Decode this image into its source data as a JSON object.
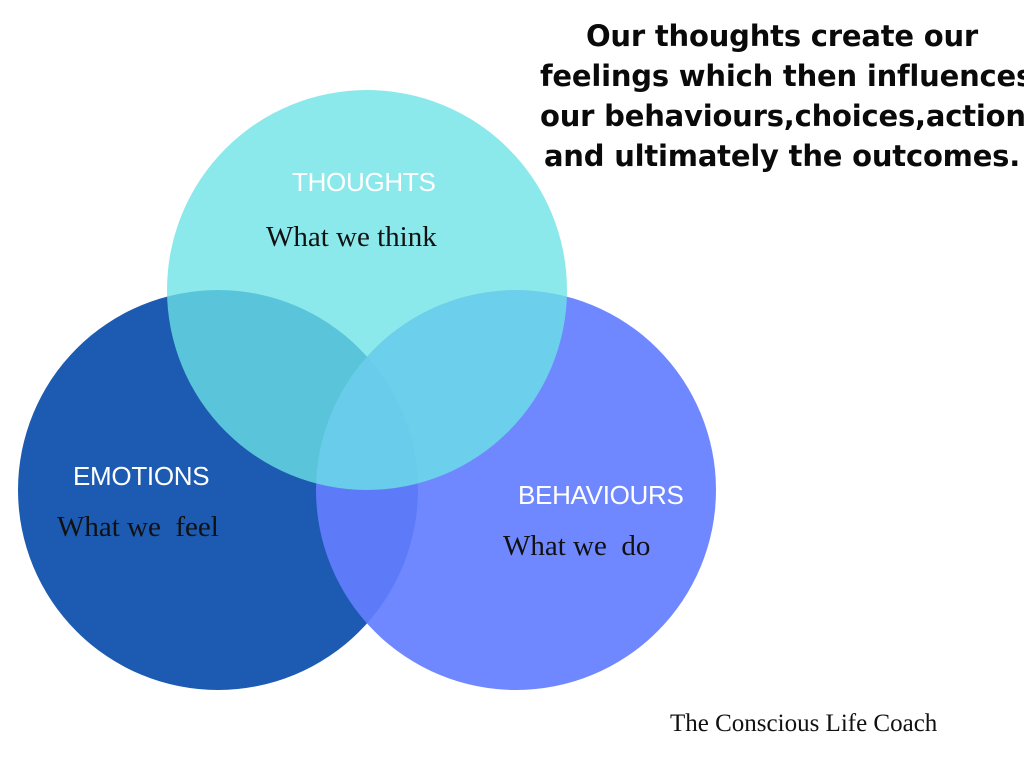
{
  "caption": {
    "lines": [
      "Our thoughts create our",
      "feelings which then influences",
      "our behaviours,choices,actions",
      "and ultimately the outcomes."
    ]
  },
  "circles": {
    "thoughts": {
      "title": "THOUGHTS",
      "subtitle": "What we think",
      "color": "#6ce3e6"
    },
    "emotions": {
      "title": "EMOTIONS",
      "subtitle": "What we  feel",
      "color": "#1c5bb1"
    },
    "behaviours": {
      "title": "BEHAVIOURS",
      "subtitle": "What we  do",
      "color": "#637eff"
    }
  },
  "credit": "The Conscious Life Coach"
}
